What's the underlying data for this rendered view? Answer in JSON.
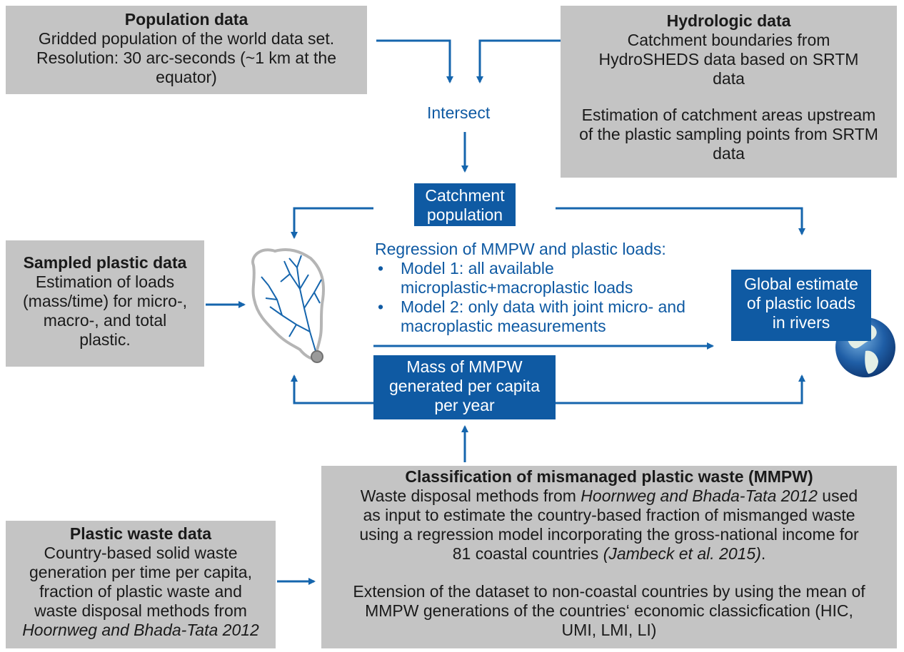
{
  "population": {
    "title": "Population data",
    "lines": [
      "Gridded population of the world data set.",
      "Resolution: 30 arc-seconds (~1 km at the",
      "equator)"
    ]
  },
  "hydrologic": {
    "title": "Hydrologic data",
    "lines": [
      "Catchment boundaries from",
      "HydroSHEDS data based on  SRTM",
      "data",
      "",
      "Estimation of catchment areas upstream",
      "of the plastic sampling points from SRTM",
      "data"
    ]
  },
  "intersect": "Intersect",
  "catchment_population": [
    "Catchment",
    "population"
  ],
  "regression": {
    "heading": "Regression of MMPW and plastic loads:",
    "bullets": [
      [
        "Model 1: all available",
        "microplastic+macroplastic loads"
      ],
      [
        "Model 2: only data with joint micro- and",
        "macroplastic measurements"
      ]
    ],
    "bullet_char": "•"
  },
  "sampled": {
    "title": "Sampled plastic data",
    "lines": [
      "Estimation of loads",
      "(mass/time) for micro-,",
      "macro-, and  total",
      "plastic."
    ]
  },
  "global": [
    "Global estimate",
    "of plastic loads",
    "in rivers"
  ],
  "mass": [
    "Mass of MMPW",
    "generated per capita",
    "per year"
  ],
  "classification": {
    "title": "Classification of mismanaged plastic waste (MMPW)",
    "line1_pre": "Waste disposal methods from ",
    "line1_ref": "Hoornweg and Bhada-Tata 2012",
    "line1_post": " used",
    "line2": "as input to estimate the country-based fraction of mismanged waste",
    "line3": "using a regression model incorporating the gross-national income for",
    "line4_pre": "81 coastal countries ",
    "line4_ref": "(Jambeck et al. 2015)",
    "line4_post": ".",
    "ext_lines": [
      "Extension of the dataset to non-coastal countries by using the mean of",
      "MMPW generations of the countries‘ economic classicfication (HIC,",
      "UMI, LMI, LI)"
    ]
  },
  "plastic_waste": {
    "title": "Plastic waste data",
    "lines": [
      "Country-based solid waste",
      "generation per time per capita,",
      "fraction of plastic waste and",
      "waste disposal methods from"
    ],
    "ref": "Hoornweg and Bhada-Tata 2012"
  },
  "colors": {
    "gray_box": "#c4c4c4",
    "blue": "#0f5aa3",
    "arrow": "#1565ad"
  }
}
